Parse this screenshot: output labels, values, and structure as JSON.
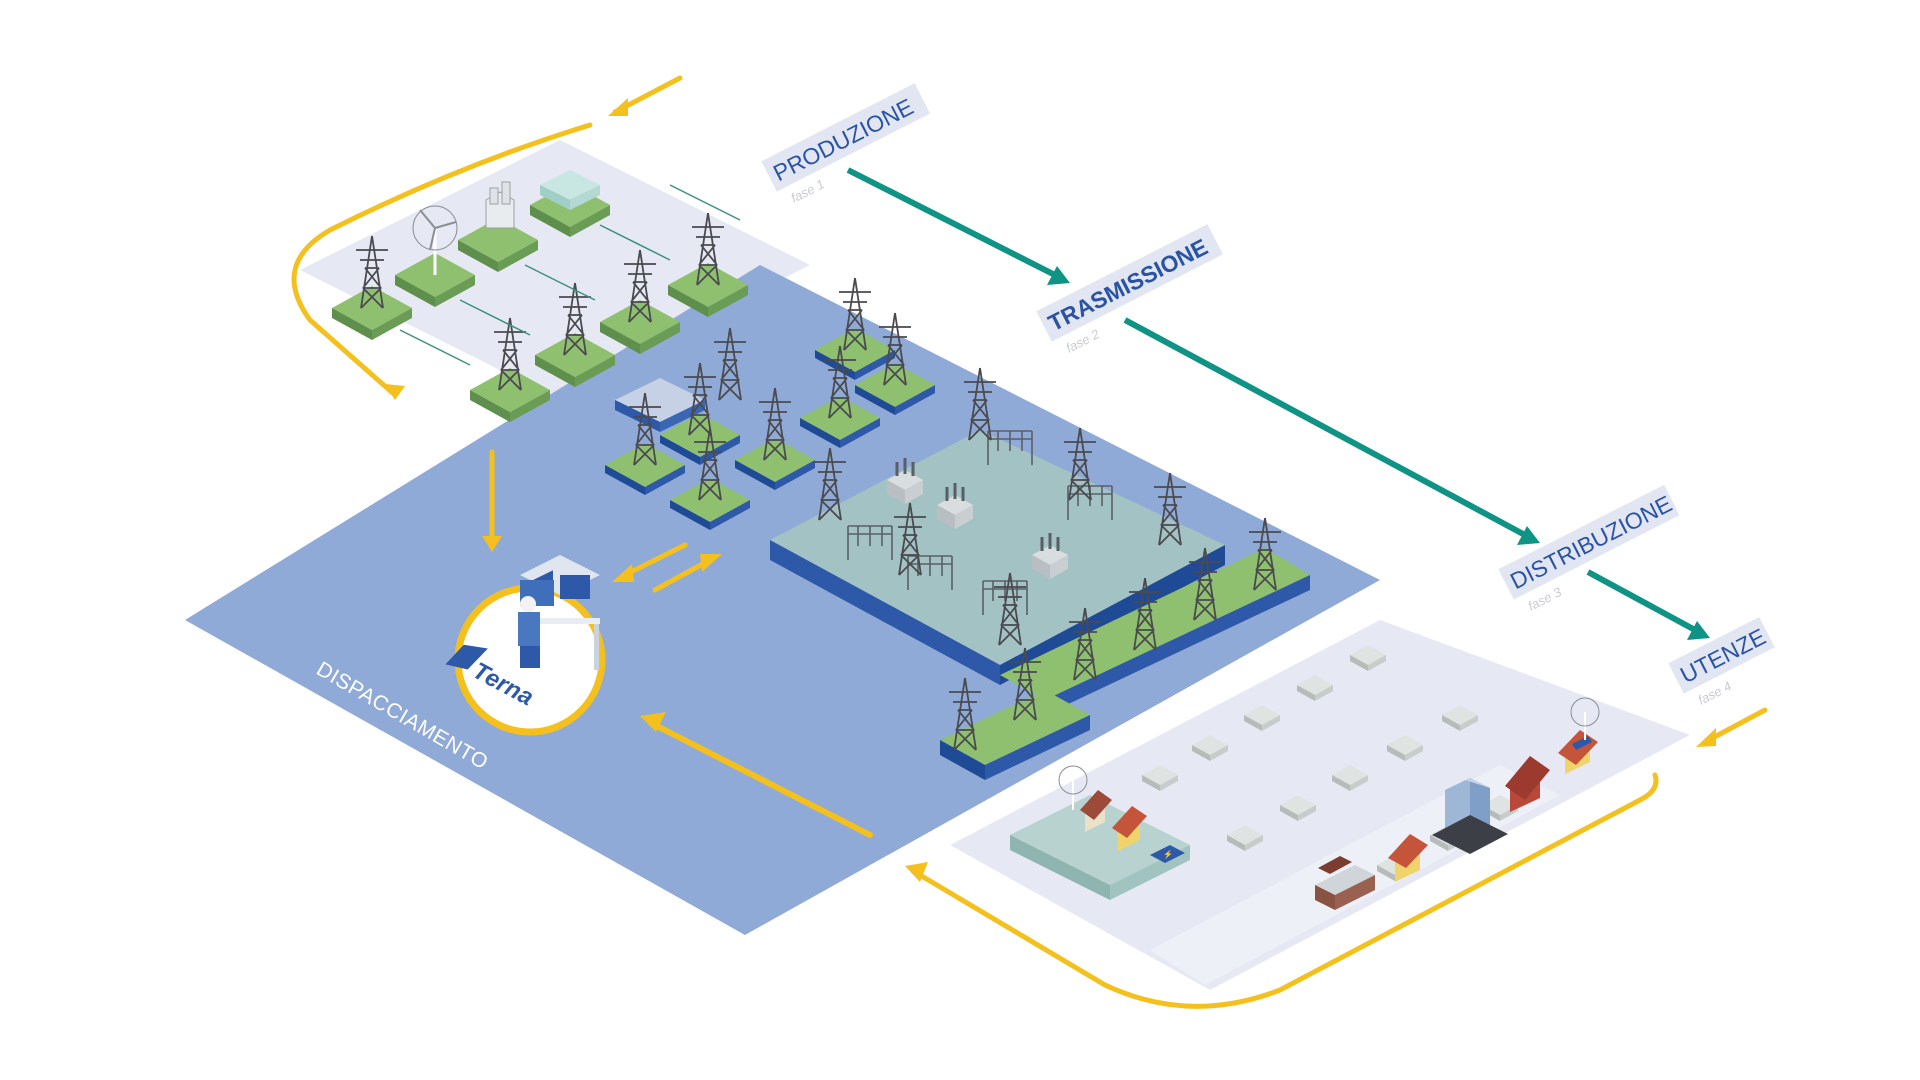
{
  "phases": [
    {
      "label": "PRODUZIONE",
      "sublabel": "fase 1"
    },
    {
      "label": "TRASMISSIONE",
      "sublabel": "fase 2"
    },
    {
      "label": "DISTRIBUZIONE",
      "sublabel": "fase 3"
    },
    {
      "label": "UTENZE",
      "sublabel": "fase 4"
    }
  ],
  "dispatch_label": "DISPACCIAMENTO",
  "logo_text": "Terna",
  "colors": {
    "flow_arrow": "#0e9384",
    "energy_arrow": "#f4c01e",
    "dispatch_area": "#8faad6",
    "grid_panel": "#e6e9f4",
    "substation": "#a3c2c4",
    "tile_green": "#8fc070",
    "tile_blue": "#2d59a8",
    "phase_text": "#2a54a3"
  },
  "icons": [
    "wind-turbine-icon",
    "power-plant-icon",
    "hydro-plant-icon",
    "pylon-icon",
    "transformer-icon",
    "operator-desk-icon",
    "house-icon",
    "office-building-icon",
    "factory-icon",
    "battery-icon"
  ]
}
